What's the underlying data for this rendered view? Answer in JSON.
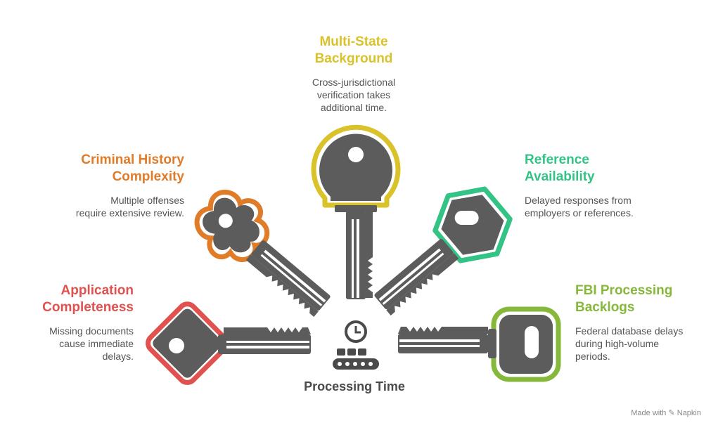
{
  "colors": {
    "key_fill": "#5c5c5c",
    "application": "#e0524f",
    "criminal": "#e07b28",
    "multistate": "#d9c22a",
    "reference": "#33c384",
    "fbi": "#86b83b"
  },
  "center": {
    "label": "Processing Time",
    "icon": "clock-conveyor-icon"
  },
  "items": {
    "application": {
      "title_l1": "Application",
      "title_l2": "Completeness",
      "desc_l1": "Missing documents",
      "desc_l2": "cause immediate",
      "desc_l3": "delays."
    },
    "criminal": {
      "title_l1": "Criminal History",
      "title_l2": "Complexity",
      "desc_l1": "Multiple offenses",
      "desc_l2": "require extensive review."
    },
    "multistate": {
      "title_l1": "Multi-State",
      "title_l2": "Background",
      "desc_l1": "Cross-jurisdictional",
      "desc_l2": "verification takes",
      "desc_l3": "additional time."
    },
    "reference": {
      "title_l1": "Reference",
      "title_l2": "Availability",
      "desc_l1": "Delayed responses from",
      "desc_l2": "employers or references."
    },
    "fbi": {
      "title_l1": "FBI Processing",
      "title_l2": "Backlogs",
      "desc_l1": "Federal database delays",
      "desc_l2": "during high-volume",
      "desc_l3": "periods."
    }
  },
  "footer": {
    "made_with": "Made with",
    "brand": "Napkin"
  }
}
